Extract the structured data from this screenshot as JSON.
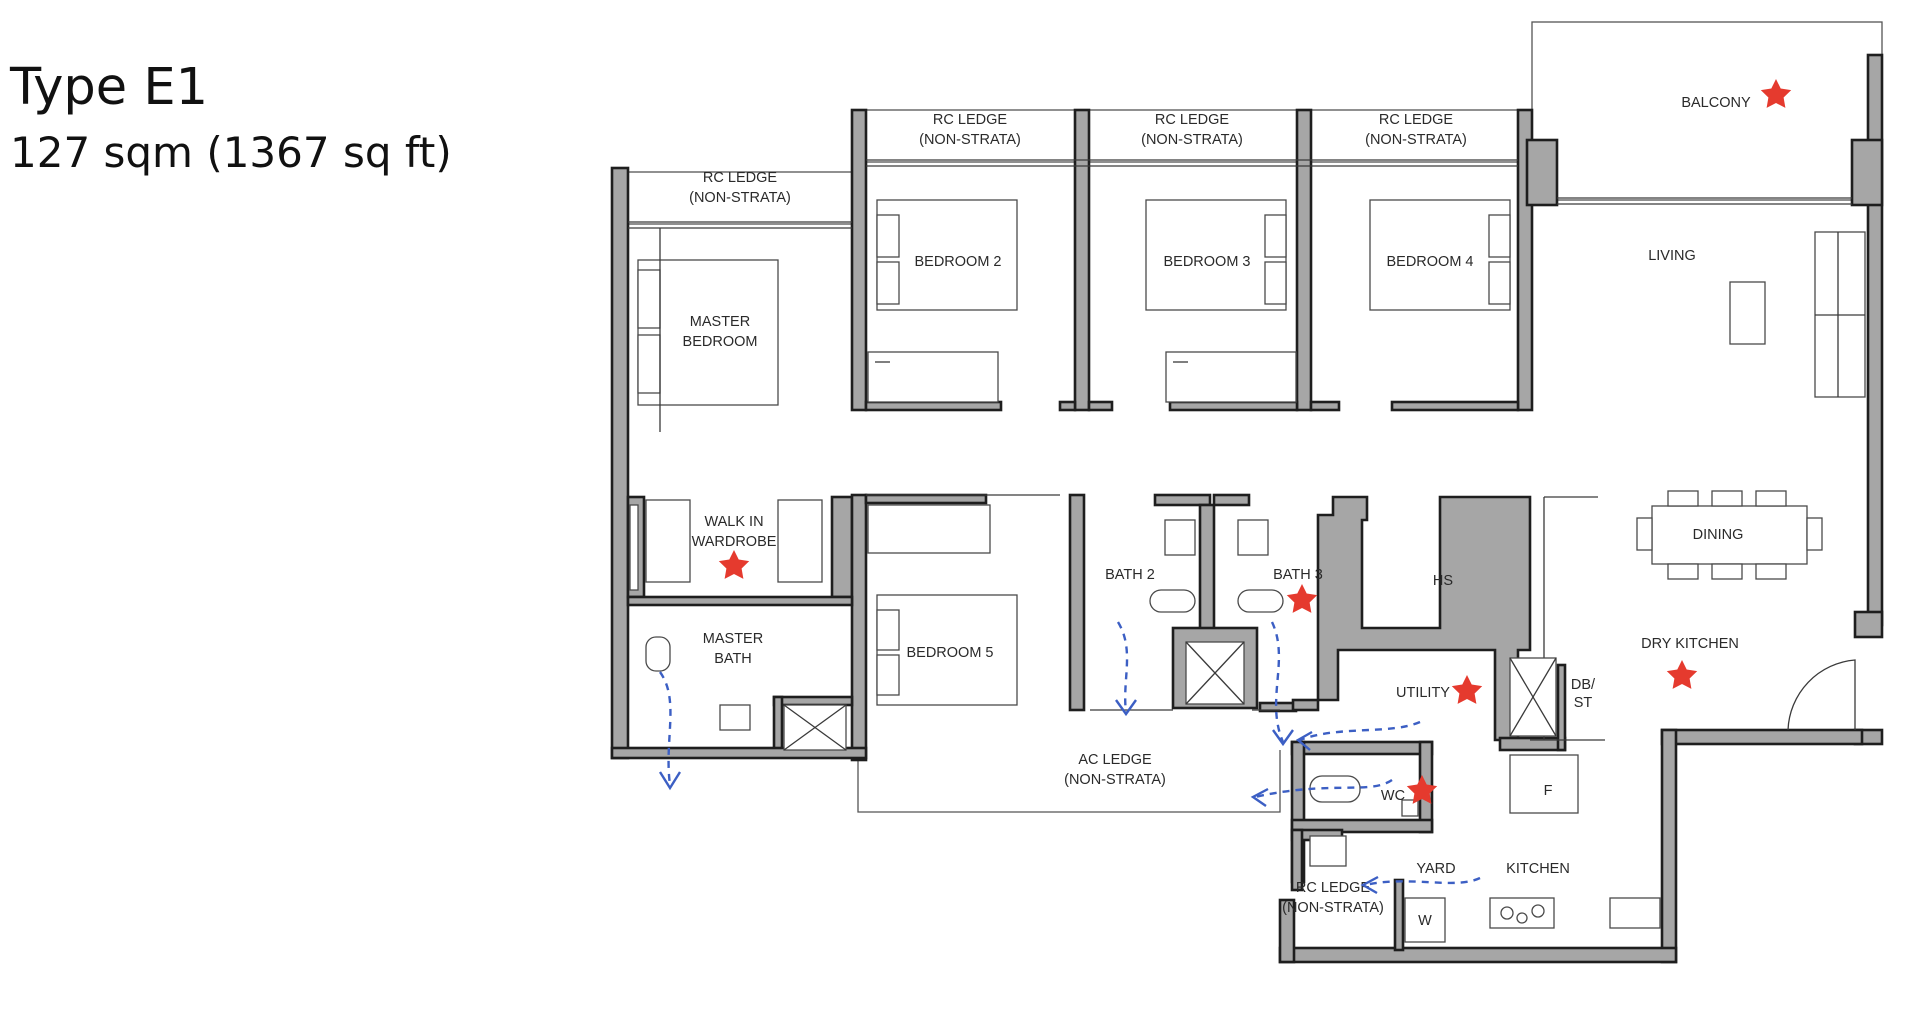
{
  "unit": {
    "type_label": "Type E1",
    "area_label": "127 sqm (1367 sq ft)"
  },
  "labels": {
    "rc_ledge_master": [
      "RC LEDGE",
      "(NON-STRATA)"
    ],
    "rc_ledge_bed2": [
      "RC LEDGE",
      "(NON-STRATA)"
    ],
    "rc_ledge_bed3": [
      "RC LEDGE",
      "(NON-STRATA)"
    ],
    "rc_ledge_bed4": [
      "RC LEDGE",
      "(NON-STRATA)"
    ],
    "balcony": "BALCONY",
    "living": "LIVING",
    "bedroom2": "BEDROOM 2",
    "bedroom3": "BEDROOM 3",
    "bedroom4": "BEDROOM 4",
    "master_bedroom": [
      "MASTER",
      "BEDROOM"
    ],
    "walk_in_wardrobe": [
      "WALK IN",
      "WARDROBE"
    ],
    "master_bath": [
      "MASTER",
      "BATH"
    ],
    "bedroom5": "BEDROOM 5",
    "bath2": "BATH 2",
    "bath3": "BATH 3",
    "hs": "HS",
    "dining": "DINING",
    "dry_kitchen": "DRY KITCHEN",
    "utility": "UTILITY",
    "db_st": [
      "DB/",
      "ST"
    ],
    "ac_ledge": [
      "AC LEDGE",
      "(NON-STRATA)"
    ],
    "wc": "WC",
    "fridge": "F",
    "yard": "YARD",
    "kitchen": "KITCHEN",
    "rc_ledge_yard": [
      "RC LEDGE",
      "(NON-STRATA)"
    ],
    "washer": "W"
  },
  "colors": {
    "wall_fill": "#a6a6a6",
    "star": "#e53a2e",
    "arrow": "#3c5fc4"
  }
}
